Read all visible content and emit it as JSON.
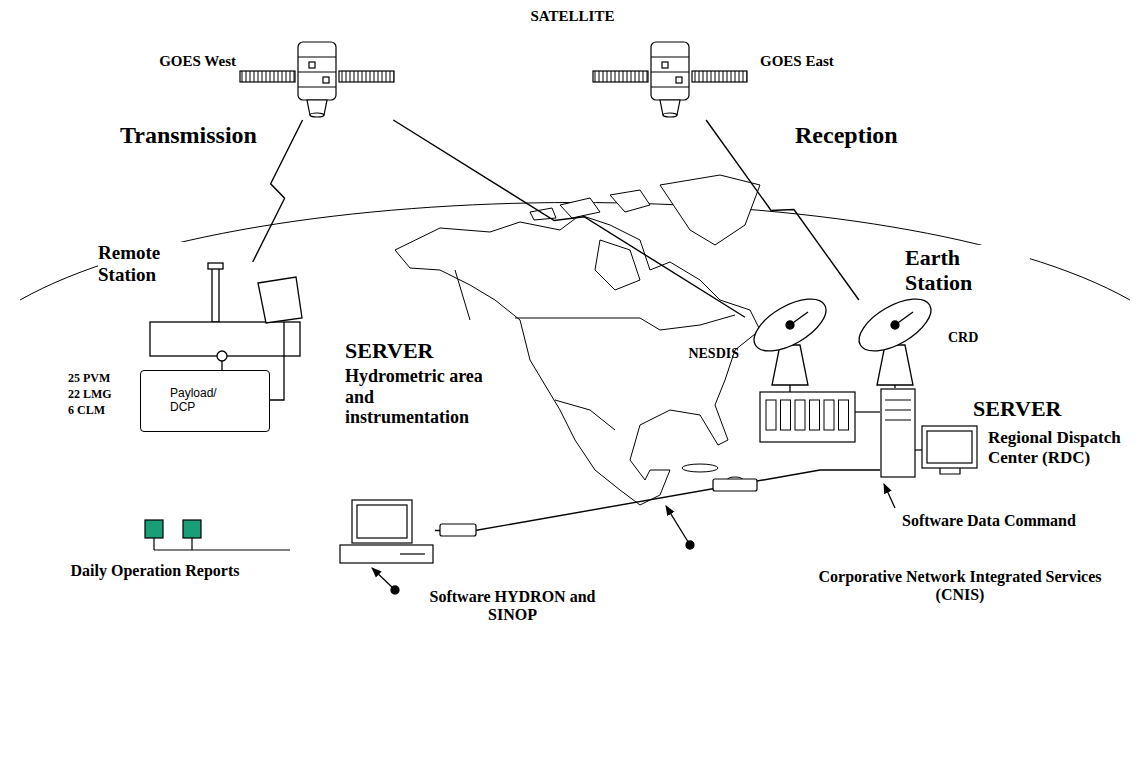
{
  "diagram": {
    "title": "SATELLITE",
    "nodes": [
      {
        "text": [
          "GOES West"
        ]
      },
      {
        "text": [
          "GOES East"
        ]
      },
      {
        "text": [
          "Remote Station"
        ]
      },
      {
        "text": [
          "Payload/ DCP"
        ],
        "in": 2
      },
      {
        "text": [
          "NESDIS"
        ]
      },
      {
        "text": [
          "CRD"
        ]
      },
      {
        "text": [
          "SERVER",
          "Regional Dispatch Center (RDC)"
        ]
      },
      {
        "text": [
          "SERVER",
          "Hydrometric area and instrumentation"
        ]
      }
    ],
    "edges": [
      {
        "from": 2,
        "to": 0,
        "arrow": "none"
      },
      {
        "from": 0,
        "to": 4,
        "arrow": "none"
      },
      {
        "from": 1,
        "to": 5,
        "arrow": "none"
      },
      {
        "from": 6,
        "to": 7,
        "arrow": "none"
      }
    ],
    "labels": [
      "Transmission",
      "Reception",
      "Earth Station",
      "25 PVM",
      "22 LMG",
      "6 CLM",
      "Daily Operation Reports",
      "Software HYDRON and SINOP",
      "Corporative Network Integrated Services (CNIS)",
      "Software Data Command"
    ]
  }
}
